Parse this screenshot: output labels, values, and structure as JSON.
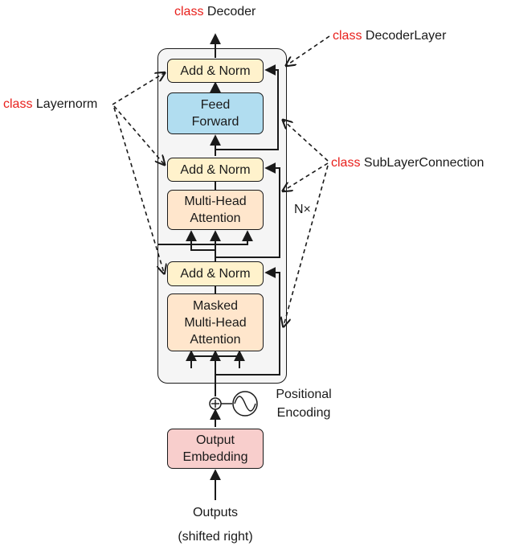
{
  "top_label": {
    "keyword": "class",
    "name": "Decoder"
  },
  "decoder_layer_label": {
    "keyword": "class",
    "name": "DecoderLayer"
  },
  "layernorm_label": {
    "keyword": "class",
    "name": "Layernorm"
  },
  "sublayer_label": {
    "keyword": "class",
    "name": "SubLayerConnection"
  },
  "blocks": {
    "add_norm_top": "Add & Norm",
    "feed_forward": "Feed\nForward",
    "add_norm_mid": "Add & Norm",
    "multi_head_attention": "Multi-Head\nAttention",
    "add_norm_bottom": "Add & Norm",
    "masked_attention": "Masked\nMulti-Head\nAttention",
    "output_embedding": "Output\nEmbedding"
  },
  "repeat_label": "N×",
  "positional_encoding": {
    "line1": "Positional",
    "line2": "Encoding"
  },
  "input": {
    "line1": "Outputs",
    "line2": "(shifted right)"
  },
  "colors": {
    "keyword": "#e8201c",
    "add_norm_fill": "#fff2cc",
    "feed_forward_fill": "#b1ddf0",
    "attention_fill": "#ffe6cc",
    "embedding_fill": "#f8cecc",
    "stack_fill": "#f5f5f5",
    "line": "#1a1a1a"
  }
}
